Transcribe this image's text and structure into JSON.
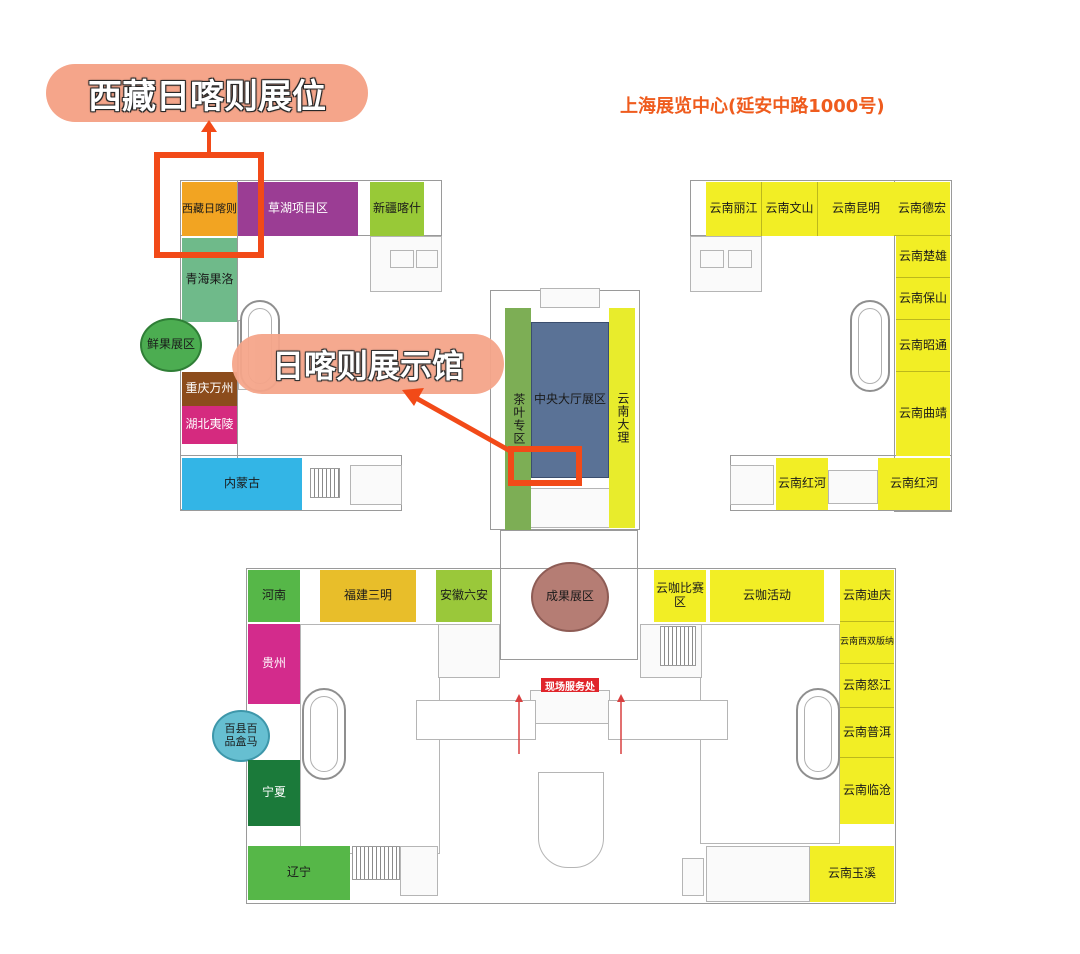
{
  "venue_title": "上海展览中心(延安中路1000号)",
  "callouts": {
    "tibet_booth": "西藏日喀则展位",
    "shigatse_hall": "日喀则展示馆"
  },
  "service_desk": "现场服务处",
  "colors": {
    "highlight": "#f24a18",
    "callout_bg": "#f5a58a",
    "venue_title": "#ef5c1e",
    "yunnan": "#f2ee25"
  },
  "zones": {
    "xizang_rikaze": "西藏日喀则",
    "caohu": "草湖项目区",
    "xinjiang_kashi": "新疆喀什",
    "qinghai_guoluo": "青海果洛",
    "xianguo": "鲜果展区",
    "chongqing_wanzhou": "重庆万州",
    "hubei_yiling": "湖北夷陵",
    "neimenggu": "内蒙古",
    "chaye": "茶叶专区",
    "zhongyang_dating": "中央大厅展区",
    "yunnan_dali": "云南大理",
    "yunnan_lijiang": "云南丽江",
    "yunnan_wenshan": "云南文山",
    "yunnan_kunming": "云南昆明",
    "yunnan_dehong": "云南德宏",
    "yunnan_chuxiong": "云南楚雄",
    "yunnan_baoshan": "云南保山",
    "yunnan_zhaotong": "云南昭通",
    "yunnan_qujing": "云南曲靖",
    "yunnan_honghe_1": "云南红河",
    "yunnan_honghe_2": "云南红河",
    "chengguo": "成果展区",
    "henan": "河南",
    "fujian_sanming": "福建三明",
    "anhui_luan": "安徽六安",
    "yunka_bisai": "云咖比赛区",
    "yunka_huodong": "云咖活动",
    "yunnan_diqing": "云南迪庆",
    "yunnan_xishuangbanna": "云南西双版纳",
    "yunnan_nujiang": "云南怒江",
    "yunnan_puer": "云南普洱",
    "yunnan_lincang": "云南临沧",
    "yunnan_yuxi": "云南玉溪",
    "guizhou": "贵州",
    "baixian_hema": "百县百品盒马",
    "ningxia": "宁夏",
    "liaoning": "辽宁"
  }
}
